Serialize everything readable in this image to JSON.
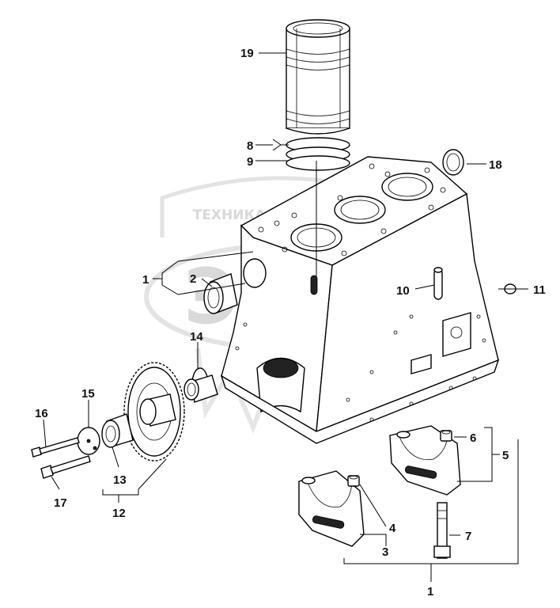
{
  "watermark": {
    "top_text": "ТЕХНИКА И ЗАПЧАСТИ",
    "logo_text": "ЭЛФ"
  },
  "callouts": [
    {
      "id": "c19",
      "label": "19"
    },
    {
      "id": "c8",
      "label": "8"
    },
    {
      "id": "c9",
      "label": "9"
    },
    {
      "id": "c18",
      "label": "18"
    },
    {
      "id": "c1a",
      "label": "1"
    },
    {
      "id": "c2",
      "label": "2"
    },
    {
      "id": "c10",
      "label": "10"
    },
    {
      "id": "c11",
      "label": "11"
    },
    {
      "id": "c14",
      "label": "14"
    },
    {
      "id": "c15",
      "label": "15"
    },
    {
      "id": "c16",
      "label": "16"
    },
    {
      "id": "c13",
      "label": "13"
    },
    {
      "id": "c17",
      "label": "17"
    },
    {
      "id": "c12",
      "label": "12"
    },
    {
      "id": "c6",
      "label": "6"
    },
    {
      "id": "c5",
      "label": "5"
    },
    {
      "id": "c4",
      "label": "4"
    },
    {
      "id": "c7",
      "label": "7"
    },
    {
      "id": "c3",
      "label": "3"
    },
    {
      "id": "c1b",
      "label": "1"
    }
  ]
}
